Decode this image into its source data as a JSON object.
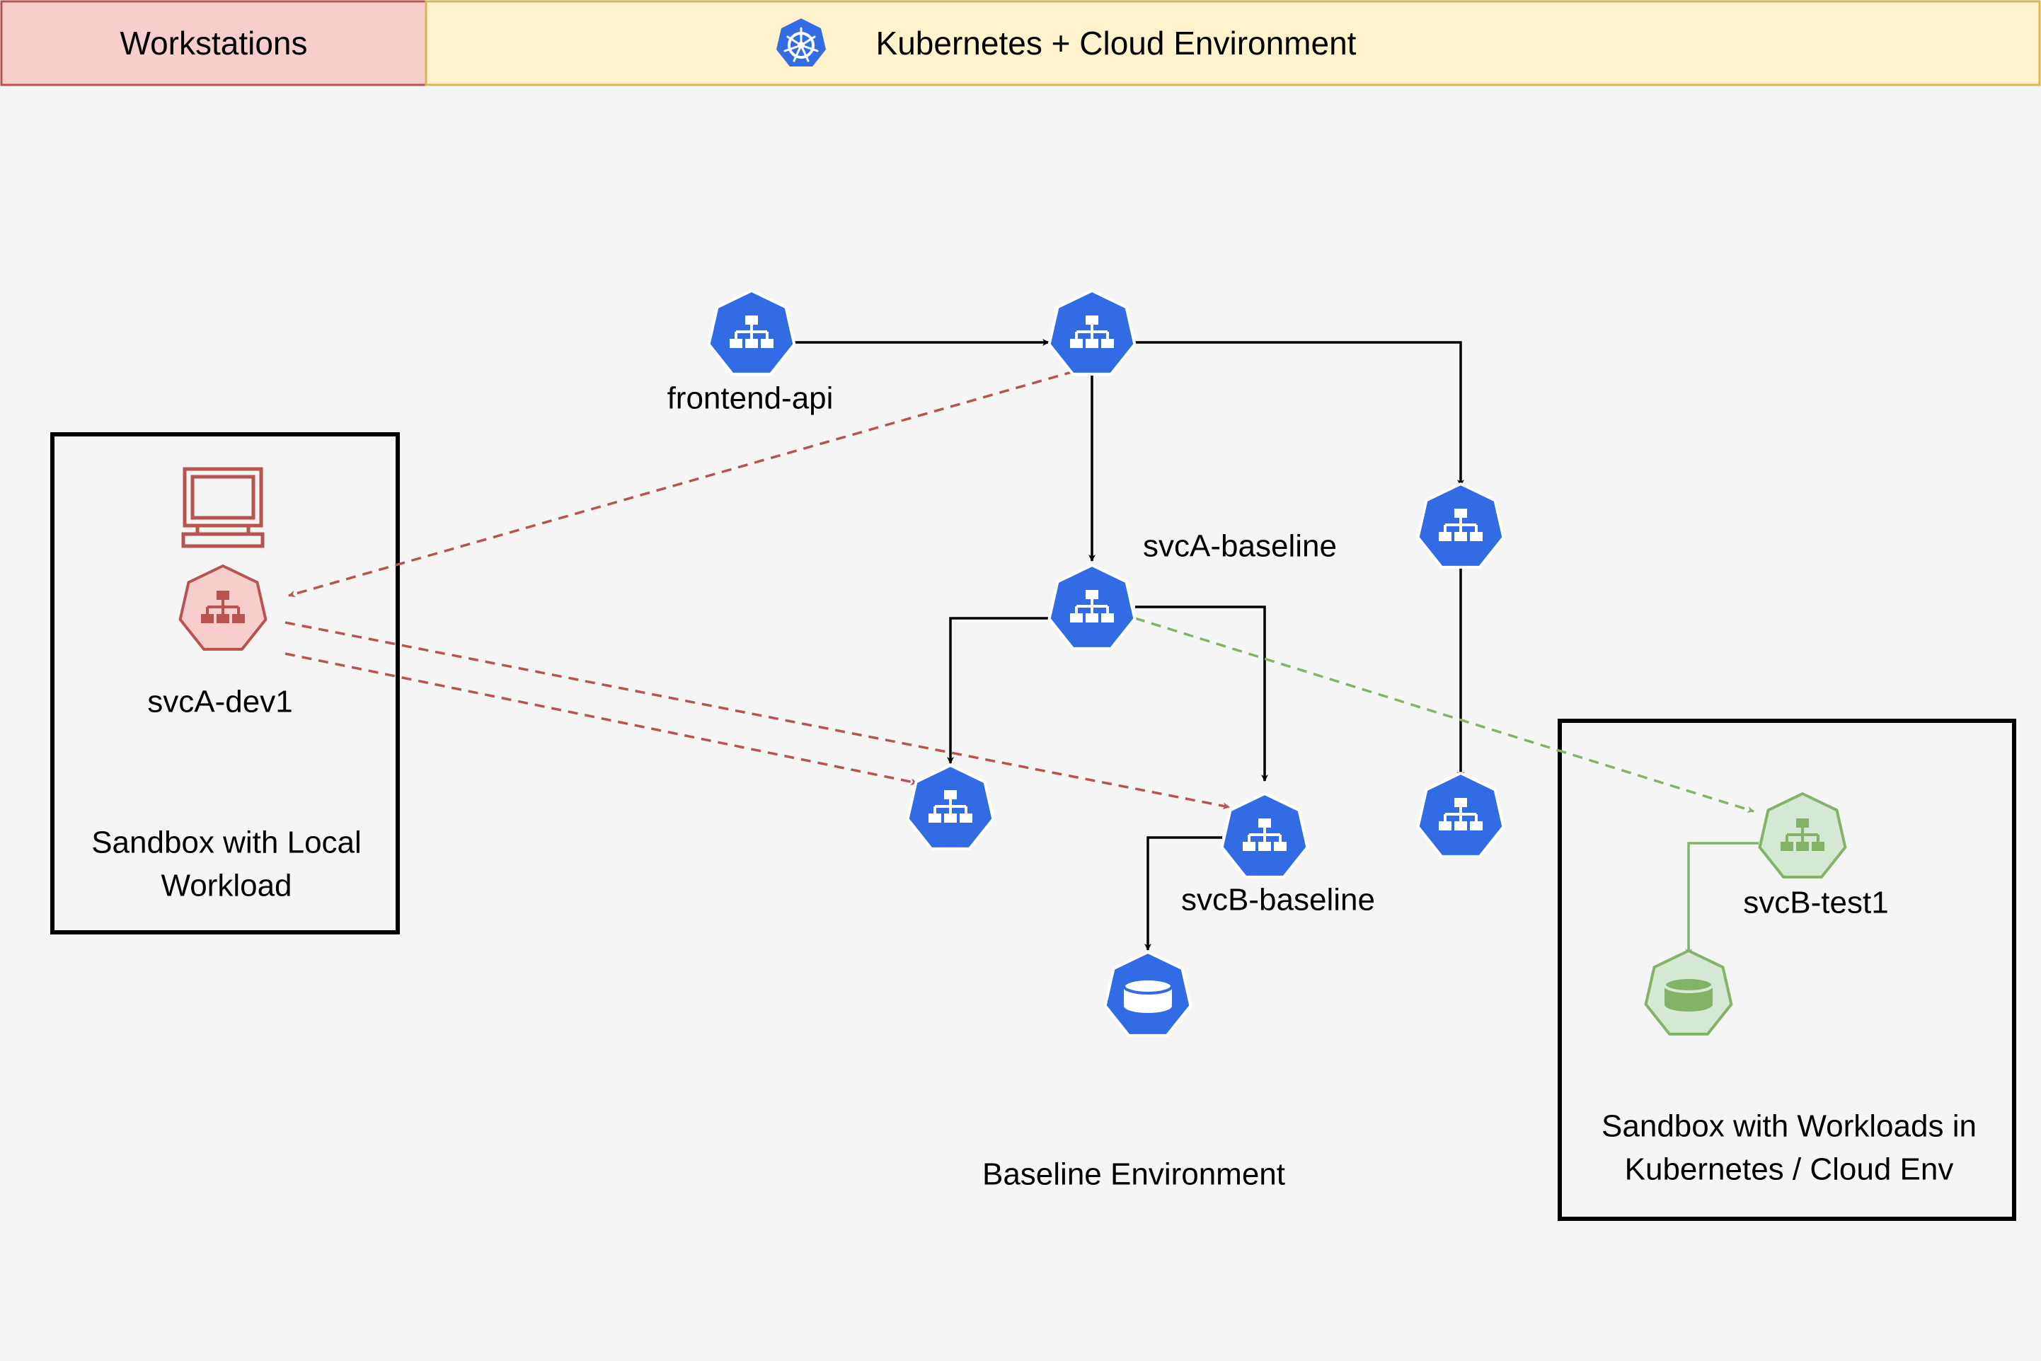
{
  "header": {
    "workstations": "Workstations",
    "cloud": "Kubernetes + Cloud Environment"
  },
  "icons": {
    "kubernetes_logo": "kubernetes-helm-icon",
    "service": "kubernetes-service-icon",
    "database": "kubernetes-persistent-volume-icon",
    "workstation": "desktop-computer-icon"
  },
  "labels": {
    "frontend": "frontend-api",
    "svca_baseline": "svcA-baseline",
    "svcb_baseline": "svcB-baseline",
    "svca_dev": "svcA-dev1",
    "svcb_test": "svcB-test1",
    "baseline_env": "Baseline Environment"
  },
  "boxes": {
    "local_sandbox": "Sandbox with Local Workload",
    "cloud_sandbox": "Sandbox with Workloads in Kubernetes / Cloud Env"
  },
  "colors": {
    "kube_blue": "#326ce5",
    "dev_red": "#b85450",
    "dev_fill": "#f8cecc",
    "test_green": "#82b366",
    "test_fill": "#d5e8d4",
    "workstation_lane": "#f8cecc",
    "cloud_lane": "#fff2cc",
    "cloud_lane_border": "#d6b656"
  }
}
